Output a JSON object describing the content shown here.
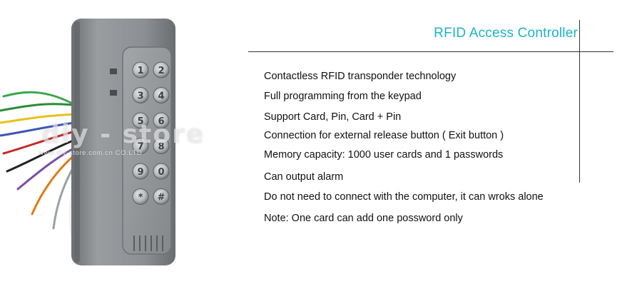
{
  "title": "RFID Access Controller",
  "features": [
    "Contactless RFID transponder technology",
    "Full programming from the keypad",
    "Support Card, Pin, Card + Pin",
    "Connection for external release button ( Exit button )",
    "Memory capacity: 1000 user cards and 1 passwords",
    "Can output alarm",
    "Do not need to connect with the computer, it can wroks alone",
    "Note: One card can add one possword only"
  ],
  "keypad": {
    "keys": [
      "1",
      "2",
      "3",
      "4",
      "5",
      "6",
      "7",
      "8",
      "9",
      "0",
      "*",
      "#"
    ]
  },
  "watermark": {
    "brand": "diy - store",
    "url": "www.diy-store.com.cn CO.LTD"
  },
  "colors": {
    "title": "#1cb4c8",
    "text": "#111111",
    "device_body": "#8c8f93",
    "key": "#b7babd"
  }
}
